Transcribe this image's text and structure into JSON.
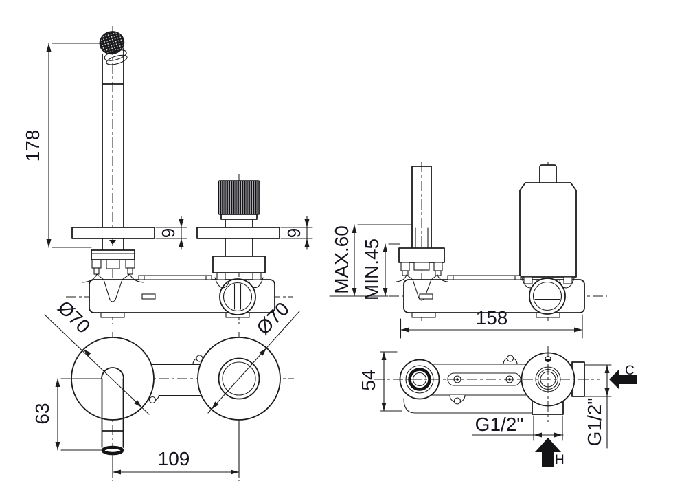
{
  "drawing": {
    "kind": "installation technical drawing",
    "product": "wall-mounted two-hole basin mixer (spout + single-lever valve)",
    "background_color": "#ffffff",
    "line_color": "#1c1c1e",
    "text_color": "#14141f",
    "views": {
      "side_trim": {
        "name": "side view - finished trim (spout and handle)",
        "dims": {
          "spout_height": "178",
          "spout_plate_thickness": "9",
          "handle_plate_thickness": "9"
        }
      },
      "side_roughin": {
        "name": "side view - rough-in depth",
        "dims": {
          "max_depth": "MAX.60",
          "min_depth": "MIN.45",
          "body_width": "158"
        }
      },
      "front": {
        "name": "front view - wall plates",
        "dims": {
          "spout_plate_diameter": "Ø70",
          "handle_plate_diameter": "Ø70",
          "spout_drop": "63",
          "centre_distance": "109"
        }
      },
      "plan": {
        "name": "plan view - in-wall body",
        "dims": {
          "body_height": "54",
          "hot_inlet_thread": "G1/2\"",
          "cold_inlet_thread": "G1/2\"",
          "hot_label": "H",
          "cold_label": "C"
        }
      }
    }
  }
}
